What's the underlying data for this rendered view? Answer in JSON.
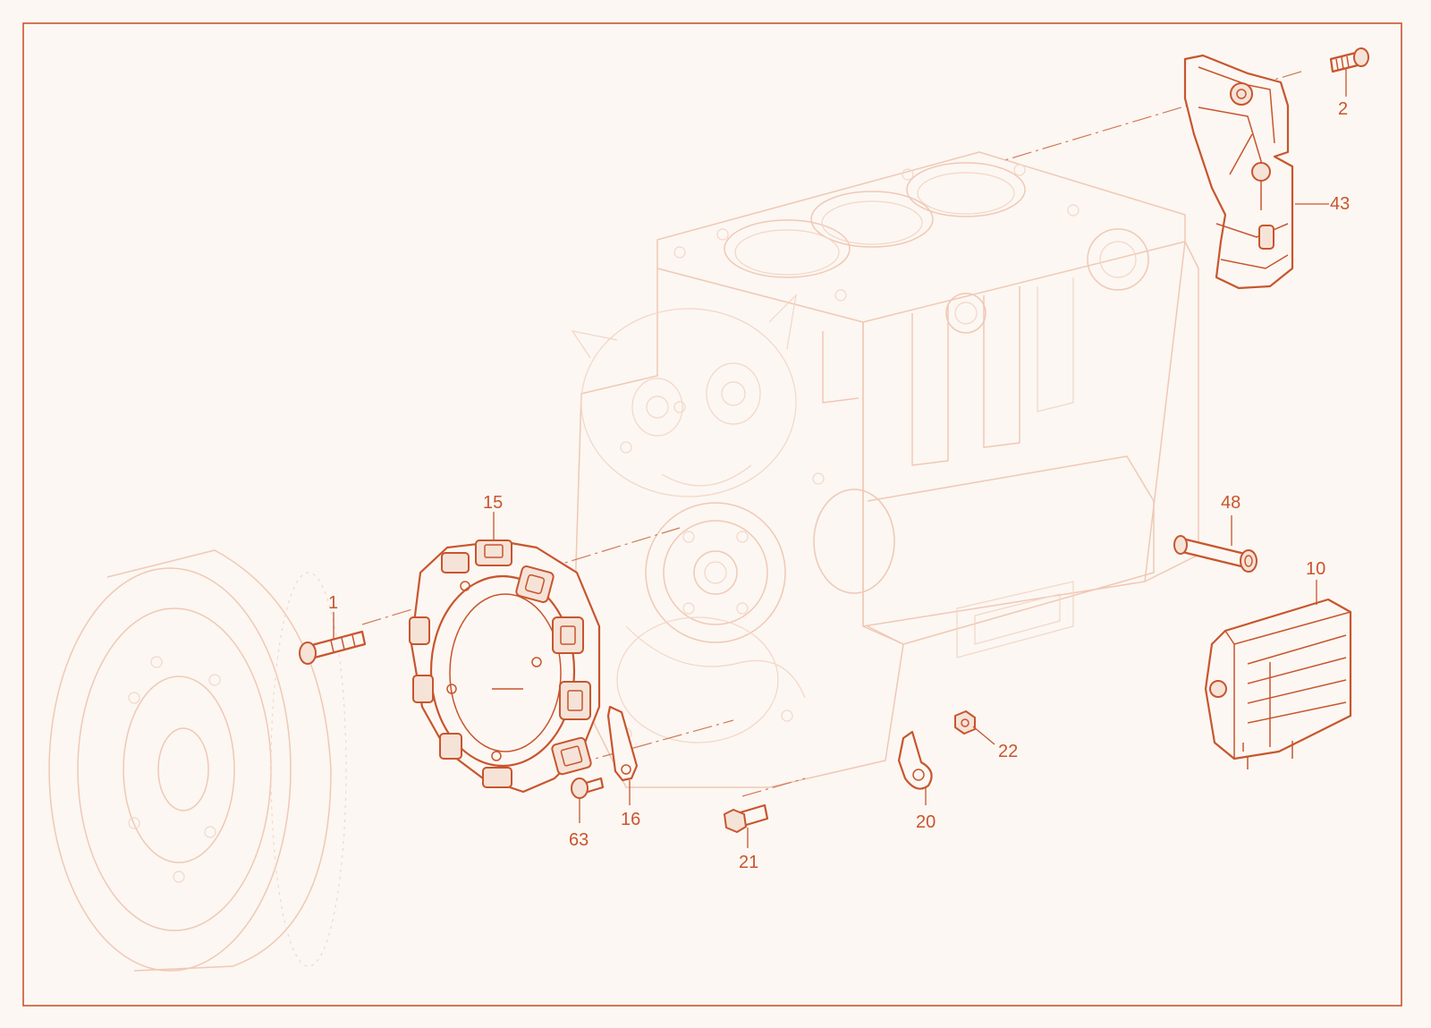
{
  "diagram": {
    "callouts": [
      {
        "id": "c-2",
        "label": "2"
      },
      {
        "id": "c-43",
        "label": "43"
      },
      {
        "id": "c-15",
        "label": "15"
      },
      {
        "id": "c-1",
        "label": "1"
      },
      {
        "id": "c-48",
        "label": "48"
      },
      {
        "id": "c-10",
        "label": "10"
      },
      {
        "id": "c-22",
        "label": "22"
      },
      {
        "id": "c-16",
        "label": "16"
      },
      {
        "id": "c-63",
        "label": "63"
      },
      {
        "id": "c-20",
        "label": "20"
      },
      {
        "id": "c-21",
        "label": "21"
      }
    ]
  },
  "colors": {
    "accent": "#c8552e",
    "ghost": "#f0c8b6",
    "background": "#fcf7f2"
  }
}
